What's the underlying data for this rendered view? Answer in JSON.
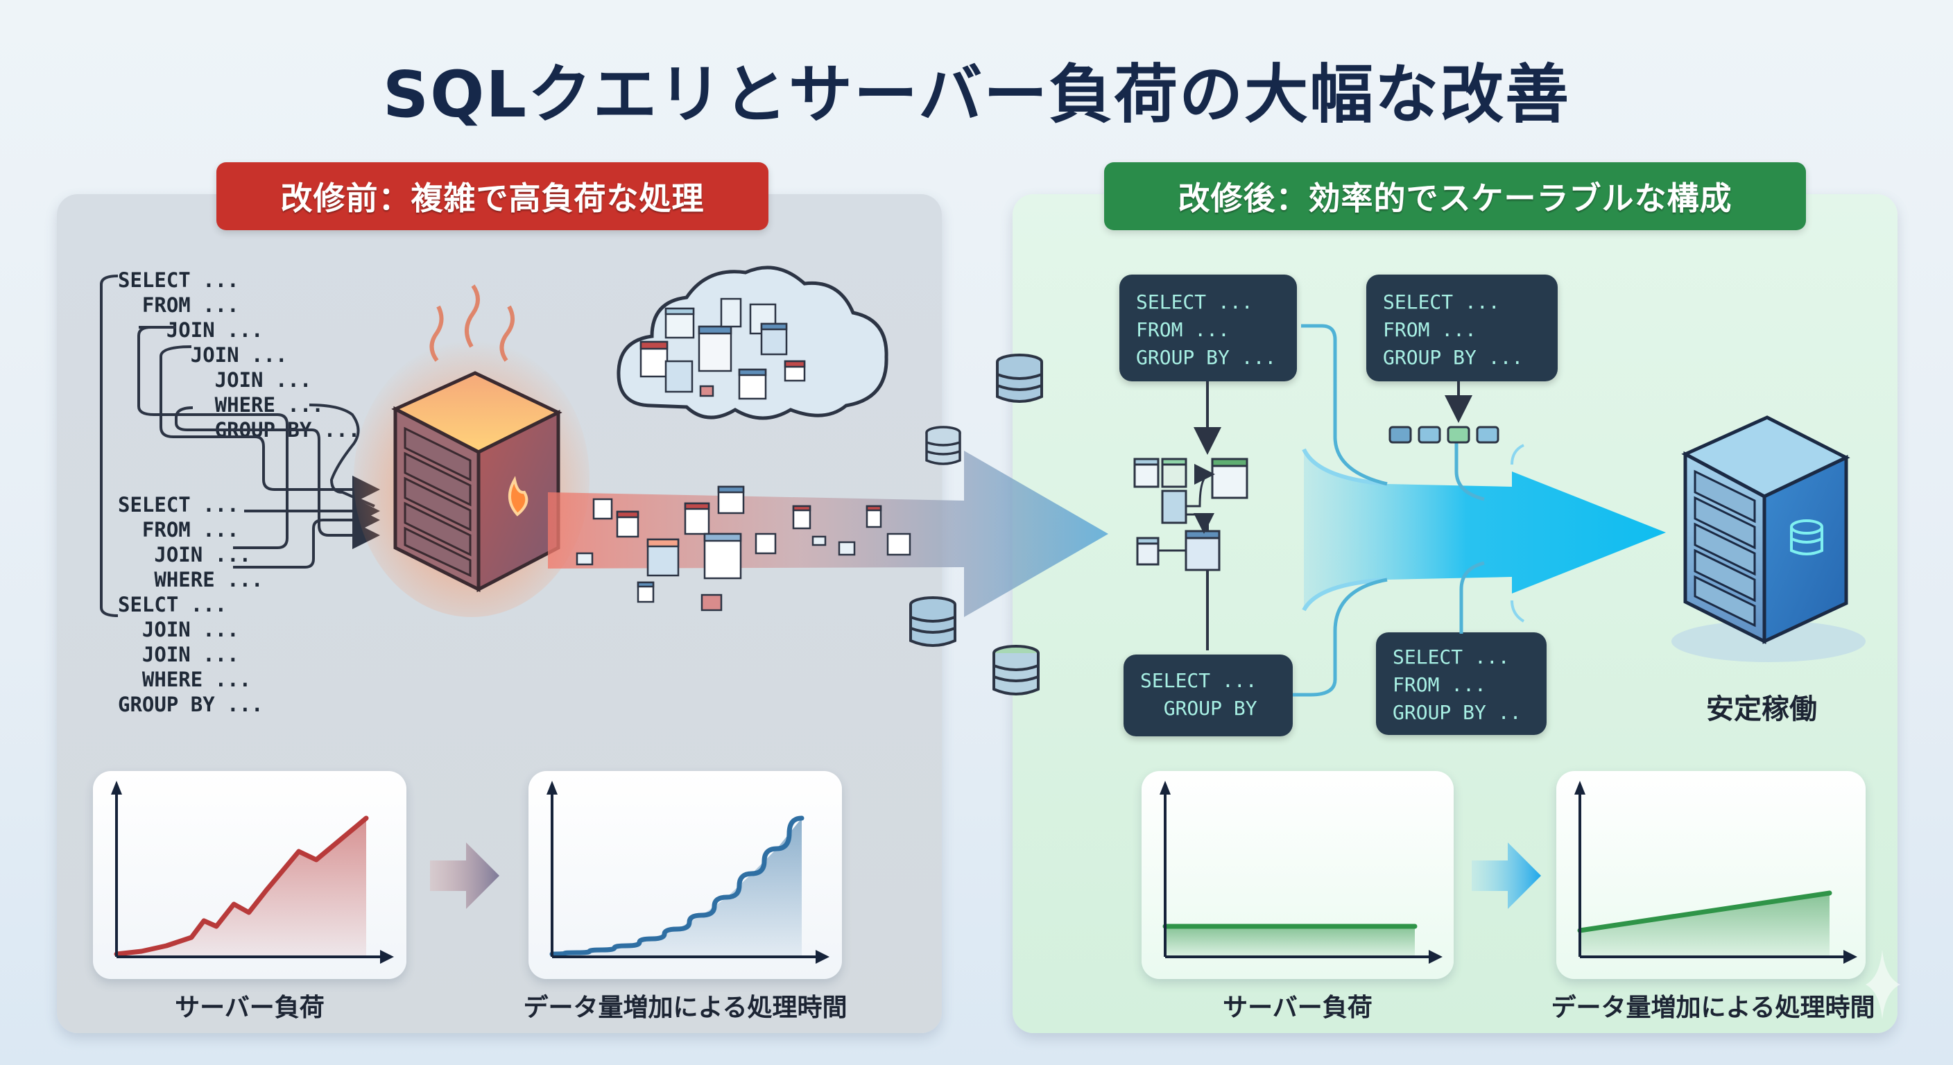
{
  "title": "SQLクエリとサーバー負荷の大幅な改善",
  "before": {
    "badge": "改修前：複雑で高負荷な処理",
    "code_lines": [
      "SELECT ...",
      "  FROM ...",
      "    JOIN ...",
      "      JOIN ...",
      "        JOIN ...",
      "        WHERE ...",
      "        GROUP BY ...",
      "",
      "",
      "SELECT ...",
      "  FROM ...",
      "   JOIN ...",
      "   WHERE ...",
      "SELCT ...",
      "  JOIN ...",
      "  JOIN ...",
      "  WHERE ...",
      "GROUP BY ..."
    ],
    "server_icon": "overheating-server-icon",
    "cloud_icon": "data-cloud-icon",
    "chart_labels": [
      "サーバー負荷",
      "データ量増加による処理時間"
    ]
  },
  "after": {
    "badge": "改修後：効率的でスケーラブルな構成",
    "code_boxes": [
      {
        "lines": [
          "SELECT ...",
          "FROM ...",
          "GROUP BY ..."
        ]
      },
      {
        "lines": [
          "SELECT ...",
          "FROM ...",
          "GROUP BY ..."
        ]
      },
      {
        "lines": [
          "SELECT ...",
          "  GROUP BY"
        ]
      },
      {
        "lines": [
          "SELECT ...",
          "FROM ...",
          "GROUP BY .."
        ]
      }
    ],
    "server_label": "安定稼働",
    "server_icon": "stable-server-icon",
    "chart_labels": [
      "サーバー負荷",
      "データ量増加による処理時間"
    ]
  },
  "colors": {
    "before_badge": "#c8322b",
    "after_badge": "#2a8c4a",
    "code_box_bg": "#263a4d",
    "code_box_text": "#a8f0e4",
    "flow_arrow": "#29c2f0"
  },
  "chart_data": [
    {
      "type": "area",
      "title": "サーバー負荷",
      "panel": "before",
      "x": [
        0,
        0.1,
        0.2,
        0.3,
        0.35,
        0.4,
        0.47,
        0.53,
        0.6,
        0.73,
        0.8,
        1.0
      ],
      "values": [
        0.02,
        0.04,
        0.08,
        0.14,
        0.26,
        0.22,
        0.38,
        0.32,
        0.48,
        0.76,
        0.7,
        1.0
      ],
      "ylim": [
        0,
        1
      ],
      "color": "#b83a3a",
      "xlabel": "",
      "ylabel": ""
    },
    {
      "type": "area",
      "title": "データ量増加による処理時間",
      "panel": "before",
      "x": [
        0,
        0.1,
        0.2,
        0.3,
        0.4,
        0.5,
        0.6,
        0.7,
        0.8,
        0.9,
        1.0
      ],
      "values": [
        0.02,
        0.03,
        0.05,
        0.08,
        0.13,
        0.2,
        0.3,
        0.43,
        0.6,
        0.78,
        1.0
      ],
      "ylim": [
        0,
        1
      ],
      "color": "#2f6fa3",
      "xlabel": "",
      "ylabel": ""
    },
    {
      "type": "area",
      "title": "サーバー負荷",
      "panel": "after",
      "x": [
        0,
        1.0
      ],
      "values": [
        0.22,
        0.22
      ],
      "ylim": [
        0,
        1
      ],
      "color": "#2f9448",
      "xlabel": "",
      "ylabel": ""
    },
    {
      "type": "area",
      "title": "データ量増加による処理時間",
      "panel": "after",
      "x": [
        0,
        1.0
      ],
      "values": [
        0.19,
        0.46
      ],
      "ylim": [
        0,
        1
      ],
      "color": "#2f9448",
      "xlabel": "",
      "ylabel": ""
    }
  ]
}
